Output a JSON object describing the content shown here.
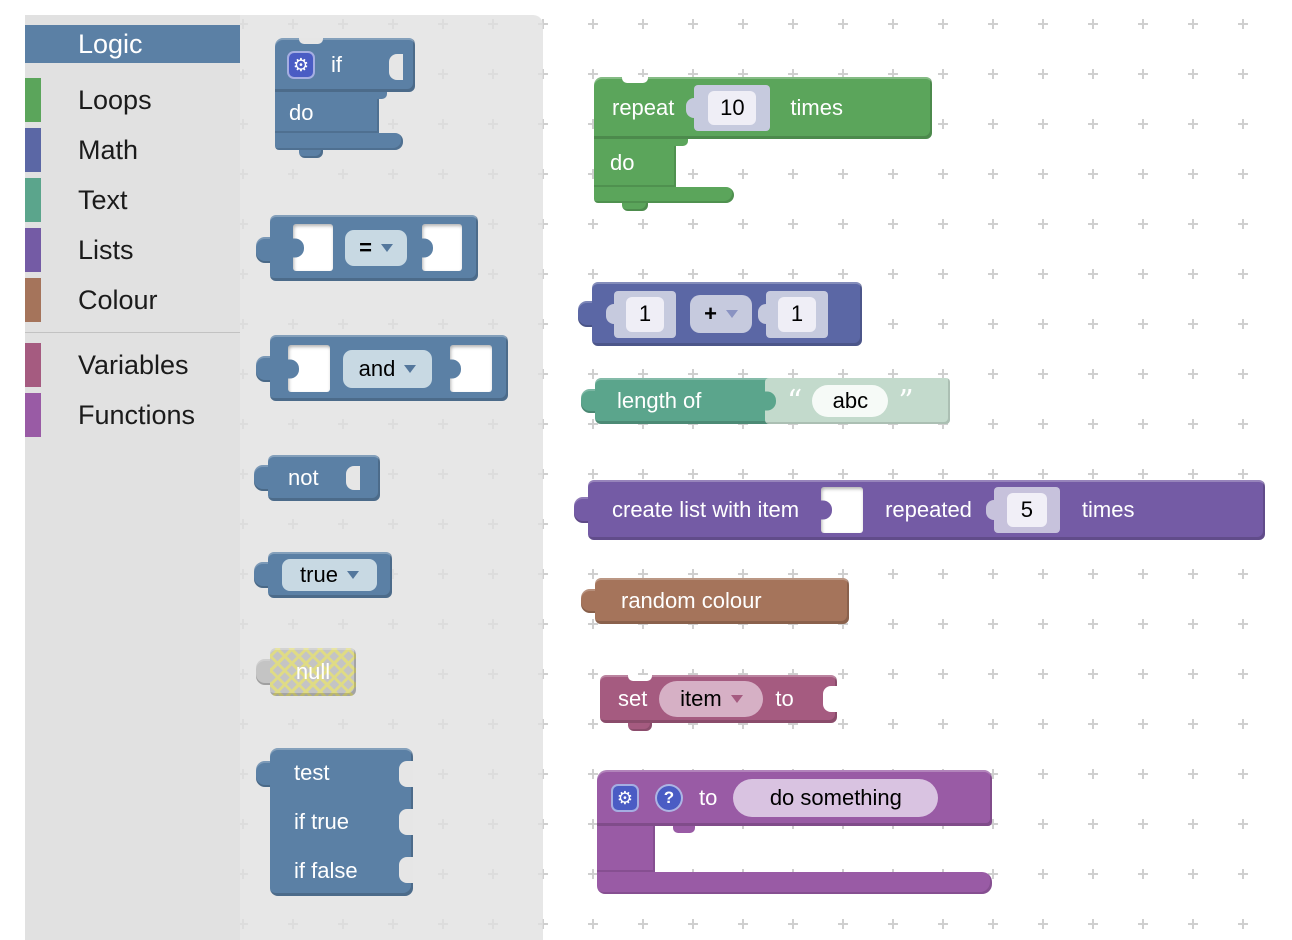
{
  "colors": {
    "logic": "#5b80a5",
    "loops": "#5ba55b",
    "math": "#5b67a5",
    "text": "#5ba58c",
    "lists": "#745ba5",
    "colour": "#a5745b",
    "variables": "#a55b80",
    "functions": "#995ba5",
    "icon_blue": "#4a5cc4",
    "toolbox_bg": "#e1e1e1",
    "flyout_bg": "#e4e4e4",
    "grid_cross": "#cfcfcf",
    "shadow_block": "#c6cade",
    "disabled_gray": "#c4c4c4"
  },
  "toolbox": {
    "categories": [
      {
        "label": "Logic",
        "color": "#5b80a5",
        "selected": true
      },
      {
        "label": "Loops",
        "color": "#5ba55b",
        "selected": false
      },
      {
        "label": "Math",
        "color": "#5b67a5",
        "selected": false
      },
      {
        "label": "Text",
        "color": "#5ba58c",
        "selected": false
      },
      {
        "label": "Lists",
        "color": "#745ba5",
        "selected": false
      },
      {
        "label": "Colour",
        "color": "#a5745b",
        "selected": false
      },
      {
        "label": "Variables",
        "color": "#a55b80",
        "selected": false
      },
      {
        "label": "Functions",
        "color": "#995ba5",
        "selected": false
      }
    ]
  },
  "flyout": {
    "if_block": {
      "gear_icon": "⚙",
      "if_label": "if",
      "do_label": "do"
    },
    "compare_block": {
      "operator": "="
    },
    "operation_block": {
      "operator": "and"
    },
    "negate_block": {
      "label": "not"
    },
    "boolean_block": {
      "value": "true"
    },
    "null_block": {
      "label": "null"
    },
    "ternary_block": {
      "test_label": "test",
      "if_true_label": "if true",
      "if_false_label": "if false"
    }
  },
  "workspace": {
    "repeat_block": {
      "repeat_label": "repeat",
      "count": "10",
      "times_label": "times",
      "do_label": "do"
    },
    "arithmetic_block": {
      "left_value": "1",
      "operator": "+",
      "right_value": "1"
    },
    "length_block": {
      "label": "length of",
      "open_quote": "“",
      "value": "abc",
      "close_quote": "”"
    },
    "list_repeat_block": {
      "create_label": "create list with item",
      "repeated_label": "repeated",
      "count": "5",
      "times_label": "times"
    },
    "random_colour_block": {
      "label": "random colour"
    },
    "set_block": {
      "set_label": "set",
      "variable_name": "item",
      "to_label": "to"
    },
    "function_block": {
      "gear_icon": "⚙",
      "help_icon": "?",
      "to_label": "to",
      "name": "do something"
    }
  }
}
